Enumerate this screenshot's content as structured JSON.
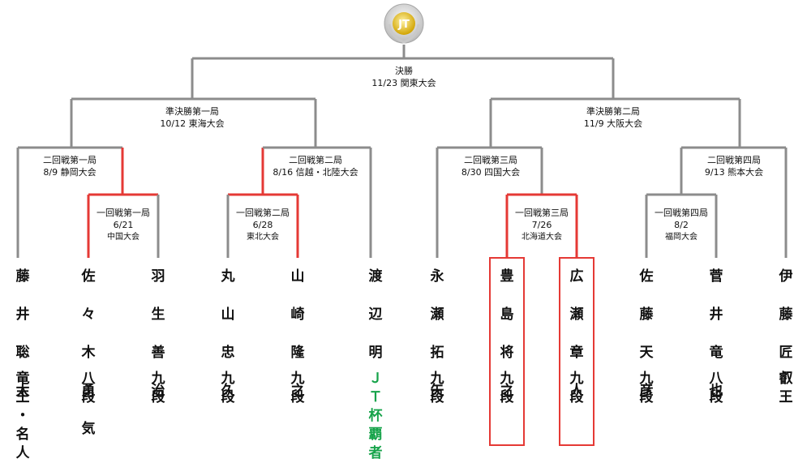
{
  "logo": {
    "text": "JT"
  },
  "colors": {
    "line": "#8c8c8c",
    "highlight": "#e53935",
    "winner": "#16a34a"
  },
  "matches": [
    {
      "name": "決勝",
      "date": "11/23 関東大会"
    },
    {
      "name": "準決勝第一局",
      "date": "10/12 東海大会"
    },
    {
      "name": "準決勝第二局",
      "date": "11/9 大阪大会"
    },
    {
      "name": "二回戦第一局",
      "date": "8/9 静岡大会"
    },
    {
      "name": "二回戦第二局",
      "date": "8/16 信越・北陸大会"
    },
    {
      "name": "二回戦第三局",
      "date": "8/30 四国大会"
    },
    {
      "name": "二回戦第四局",
      "date": "9/13 熊本大会"
    },
    {
      "name": "一回戦第一局",
      "date": "6/21",
      "venue": "中国大会"
    },
    {
      "name": "一回戦第二局",
      "date": "6/28",
      "venue": "東北大会"
    },
    {
      "name": "一回戦第三局",
      "date": "7/26",
      "venue": "北海道大会"
    },
    {
      "name": "一回戦第四局",
      "date": "8/2",
      "venue": "福岡大会"
    }
  ],
  "players": [
    {
      "name": "藤井聡太",
      "title": "竜王・名人"
    },
    {
      "name": "佐々木勇気",
      "title": "八段"
    },
    {
      "name": "羽生善治",
      "title": "九段"
    },
    {
      "name": "丸山忠久",
      "title": "九段"
    },
    {
      "name": "山崎隆之",
      "title": "九段"
    },
    {
      "name": "渡辺明",
      "title": "ＪＴ杯覇者"
    },
    {
      "name": "永瀬拓矢",
      "title": "九段"
    },
    {
      "name": "豊島将之",
      "title": "九段"
    },
    {
      "name": "広瀬章人",
      "title": "九段"
    },
    {
      "name": "佐藤天彦",
      "title": "九段"
    },
    {
      "name": "菅井竜也",
      "title": "八段"
    },
    {
      "name": "伊藤匠",
      "title": "叡王"
    }
  ]
}
